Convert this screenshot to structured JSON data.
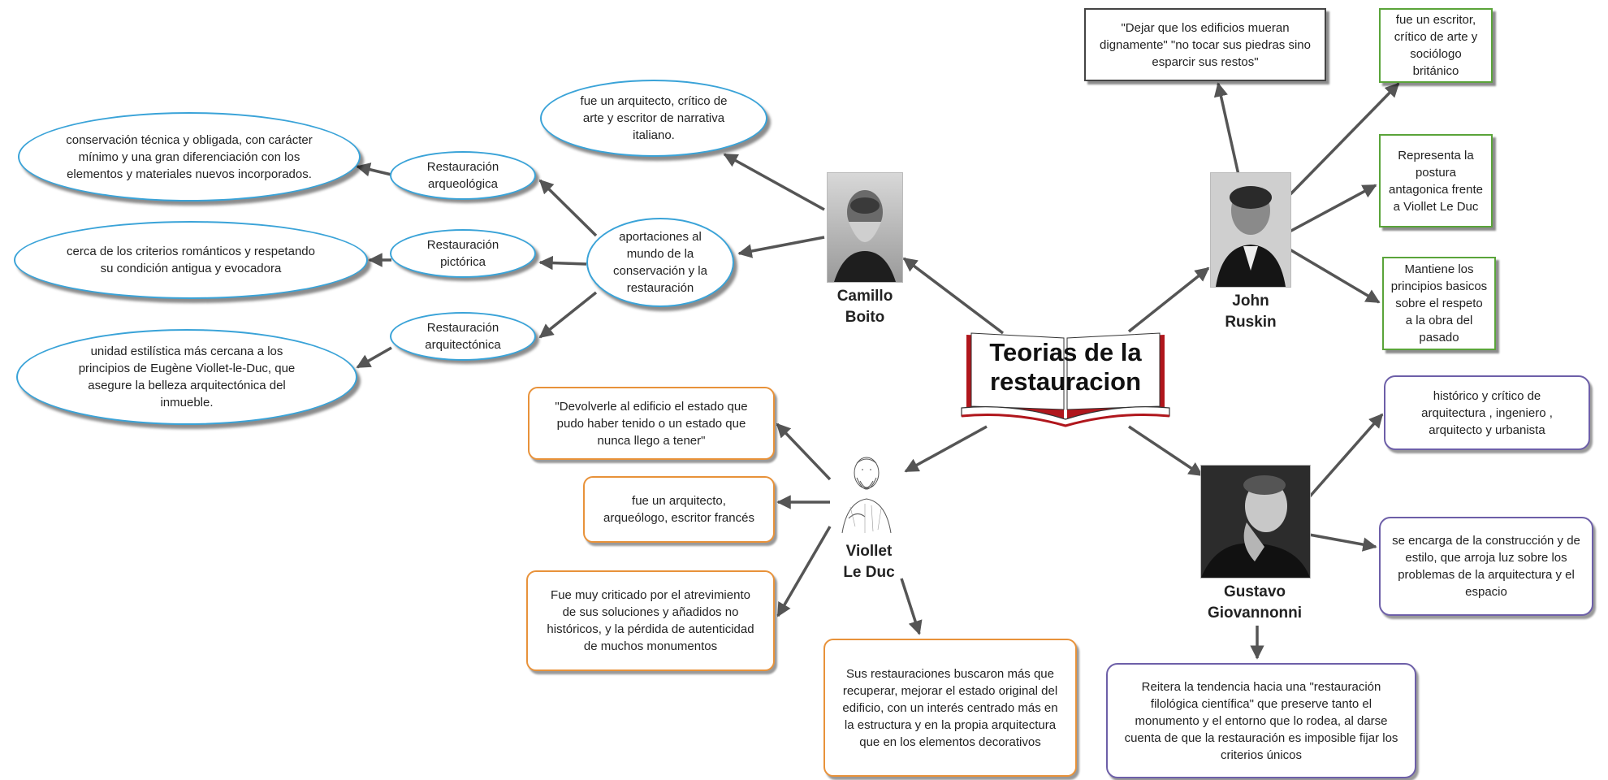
{
  "center": {
    "title": "Teorias de la restauracion",
    "icon": "open-book-icon"
  },
  "people": {
    "boito": {
      "name_line1": "Camillo",
      "name_line2": "Boito",
      "portrait": "portrait-icon"
    },
    "ruskin": {
      "name_line1": "John",
      "name_line2": "Ruskin",
      "portrait": "portrait-icon"
    },
    "viollet": {
      "name_line1": "Viollet",
      "name_line2": "Le Duc",
      "portrait": "sketch-portrait-icon"
    },
    "giovannoni": {
      "name_line1": "Gustavo",
      "name_line2": "Giovannonni",
      "portrait": "portrait-icon"
    }
  },
  "boito": {
    "bio": "fue un arquitecto, crítico de arte y escritor de narrativa italiano.",
    "aportaciones": "aportaciones al mundo de la conservación y la restauración",
    "types": [
      {
        "label": "Restauración arqueológica",
        "desc": "conservación técnica y obligada, con carácter mínimo y una gran diferenciación con los elementos y materiales nuevos incorporados."
      },
      {
        "label": "Restauración pictórica",
        "desc": "cerca de los criterios románticos y respetando su condición antigua y evocadora"
      },
      {
        "label": "Restauración arquitectónica",
        "desc": "unidad estilística más cercana a los principios de Eugène Viollet-le-Duc, que asegure la belleza arquitectónica del inmueble."
      }
    ]
  },
  "ruskin": {
    "quote": "\"Dejar que los edificios mueran dignamente\" \"no tocar sus piedras sino esparcir sus restos\"",
    "bio": "fue un escritor, crítico de arte y sociólogo británico",
    "postura": "Representa la postura antagonica frente a Viollet Le Duc",
    "principios": "Mantiene los principios basicos sobre el respeto a la obra del pasado"
  },
  "viollet": {
    "quote": "\"Devolverle al edificio el estado que pudo haber tenido o un estado que nunca llego a tener\"",
    "bio": "fue un arquitecto, arqueólogo, escritor francés",
    "criticism": "Fue muy criticado por el atrevimiento de sus soluciones y añadidos no históricos, y la pérdida de autenticidad de muchos monumentos",
    "restorations": "Sus restauraciones buscaron más que recuperar, mejorar el estado original del edificio, con un interés centrado más en la estructura y en la propia arquitectura que en los elementos decorativos"
  },
  "giovannoni": {
    "bio": "histórico y crítico de arquitectura , ingeniero , arquitecto y urbanista",
    "role": "se encarga de la construcción y de estilo, que arroja luz sobre los problemas de la arquitectura y el espacio",
    "tendency": "Reitera la tendencia hacia una \"restauración filológica científica\" que preserve tanto el monumento y el entorno que lo rodea, al darse cuenta de que la restauración es imposible fijar los criterios únicos"
  },
  "colors": {
    "arrow": "#555555",
    "ellipse_border": "#3aa3d8",
    "green_border": "#5aa43a",
    "orange_border": "#e8923a",
    "purple_border": "#6d5fa8",
    "book_red": "#b0161c"
  }
}
